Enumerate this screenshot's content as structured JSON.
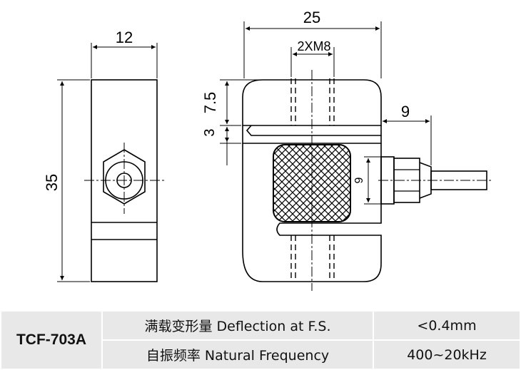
{
  "drawing": {
    "side_view": {
      "width_dim": "12",
      "height_dim": "35"
    },
    "front_view": {
      "width_dim": "25",
      "thread_dim": "2XM8",
      "top_dim": "7.5",
      "slot_dim": "3",
      "cable_offset_dim": "9",
      "fitting_dim": "9"
    }
  },
  "spec_table": {
    "model": "TCF-703A",
    "rows": [
      {
        "label": "满载变形量 Deflection at F.S.",
        "value": "<0.4mm"
      },
      {
        "label": "自振频率 Natural Frequency",
        "value": "400~20kHz"
      }
    ]
  }
}
